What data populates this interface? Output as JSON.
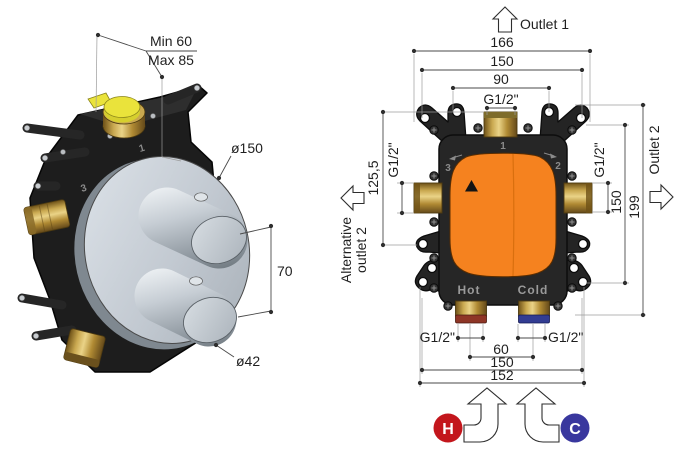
{
  "left_view": {
    "depth_min": "Min 60",
    "depth_max": "Max 85",
    "plate_diameter": "ø150",
    "handle_spacing": "70",
    "handle_diameter": "ø42",
    "port_1": "1",
    "port_3": "3"
  },
  "right_view": {
    "outlet1": "Outlet 1",
    "outlet2": "Outlet 2",
    "alt_outlet2_line1": "Alternative",
    "alt_outlet2_line2": "outlet 2",
    "width_overall": "166",
    "width_holes": "150",
    "width_upper_holes": "90",
    "inlet_top": "G1/2\"",
    "side_port_left": "G1/2\"",
    "side_port_right": "G1/2\"",
    "height_left": "125,5",
    "height_holes": "150",
    "height_overall": "199",
    "port_1": "1",
    "port_2": "2",
    "port_3": "3",
    "hot_label": "Hot",
    "cold_label": "Cold",
    "hot_port": "G1/2\"",
    "cold_port": "G1/2\"",
    "inlet_spacing": "60",
    "width_holes_bottom": "150",
    "width_overall_bottom": "152",
    "hot_symbol": "H",
    "cold_symbol": "C"
  },
  "colors": {
    "accent_orange": "#F5821F",
    "hot_red": "#C3161C",
    "cold_blue": "#39379E",
    "yellow_cap": "#EAE33B",
    "brass": "#C9A44C"
  }
}
